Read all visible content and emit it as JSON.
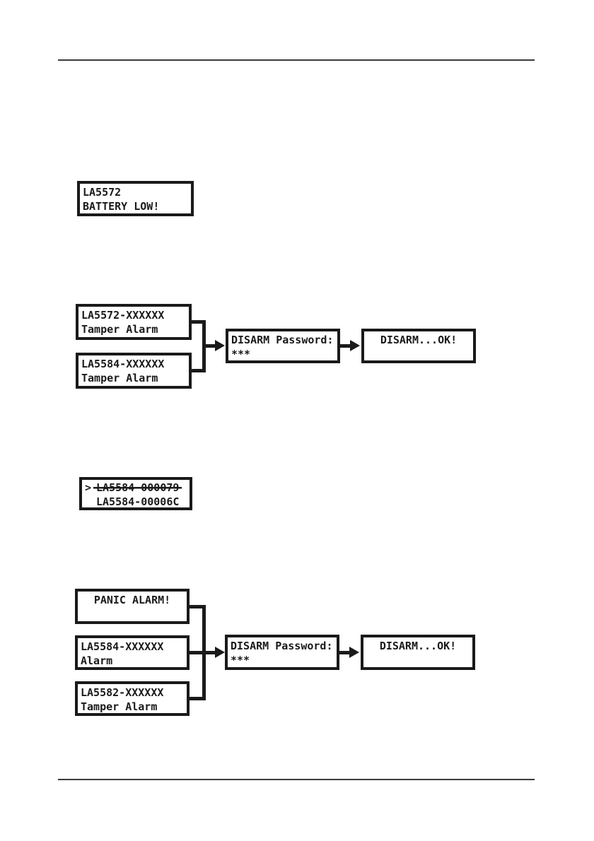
{
  "page": {
    "background": "#ffffff",
    "rule_color": "#3a3a3a",
    "ink_color": "#1a1a1a"
  },
  "diagrams": {
    "battery_low": {
      "display": {
        "line1": "LA5572",
        "line2": "BATTERY LOW!"
      }
    },
    "tamper_disarm": {
      "sources": [
        {
          "line1": "LA5572-XXXXXX",
          "line2": "Tamper Alarm"
        },
        {
          "line1": "LA5584-XXXXXX",
          "line2": "Tamper Alarm"
        }
      ],
      "password": {
        "line1": "DISARM Password:",
        "line2": "***"
      },
      "result": {
        "line1": "DISARM...OK!"
      }
    },
    "device_list": {
      "cursor": ">",
      "strikethrough_item": "LA5584-000079",
      "item": "LA5584-00006C"
    },
    "alarm_disarm": {
      "sources": [
        {
          "line1": "PANIC ALARM!",
          "line2": ""
        },
        {
          "line1": "LA5584-XXXXXX",
          "line2": "Alarm"
        },
        {
          "line1": "LA5582-XXXXXX",
          "line2": "Tamper Alarm"
        }
      ],
      "password": {
        "line1": "DISARM Password:",
        "line2": "***"
      },
      "result": {
        "line1": "DISARM...OK!"
      }
    }
  }
}
